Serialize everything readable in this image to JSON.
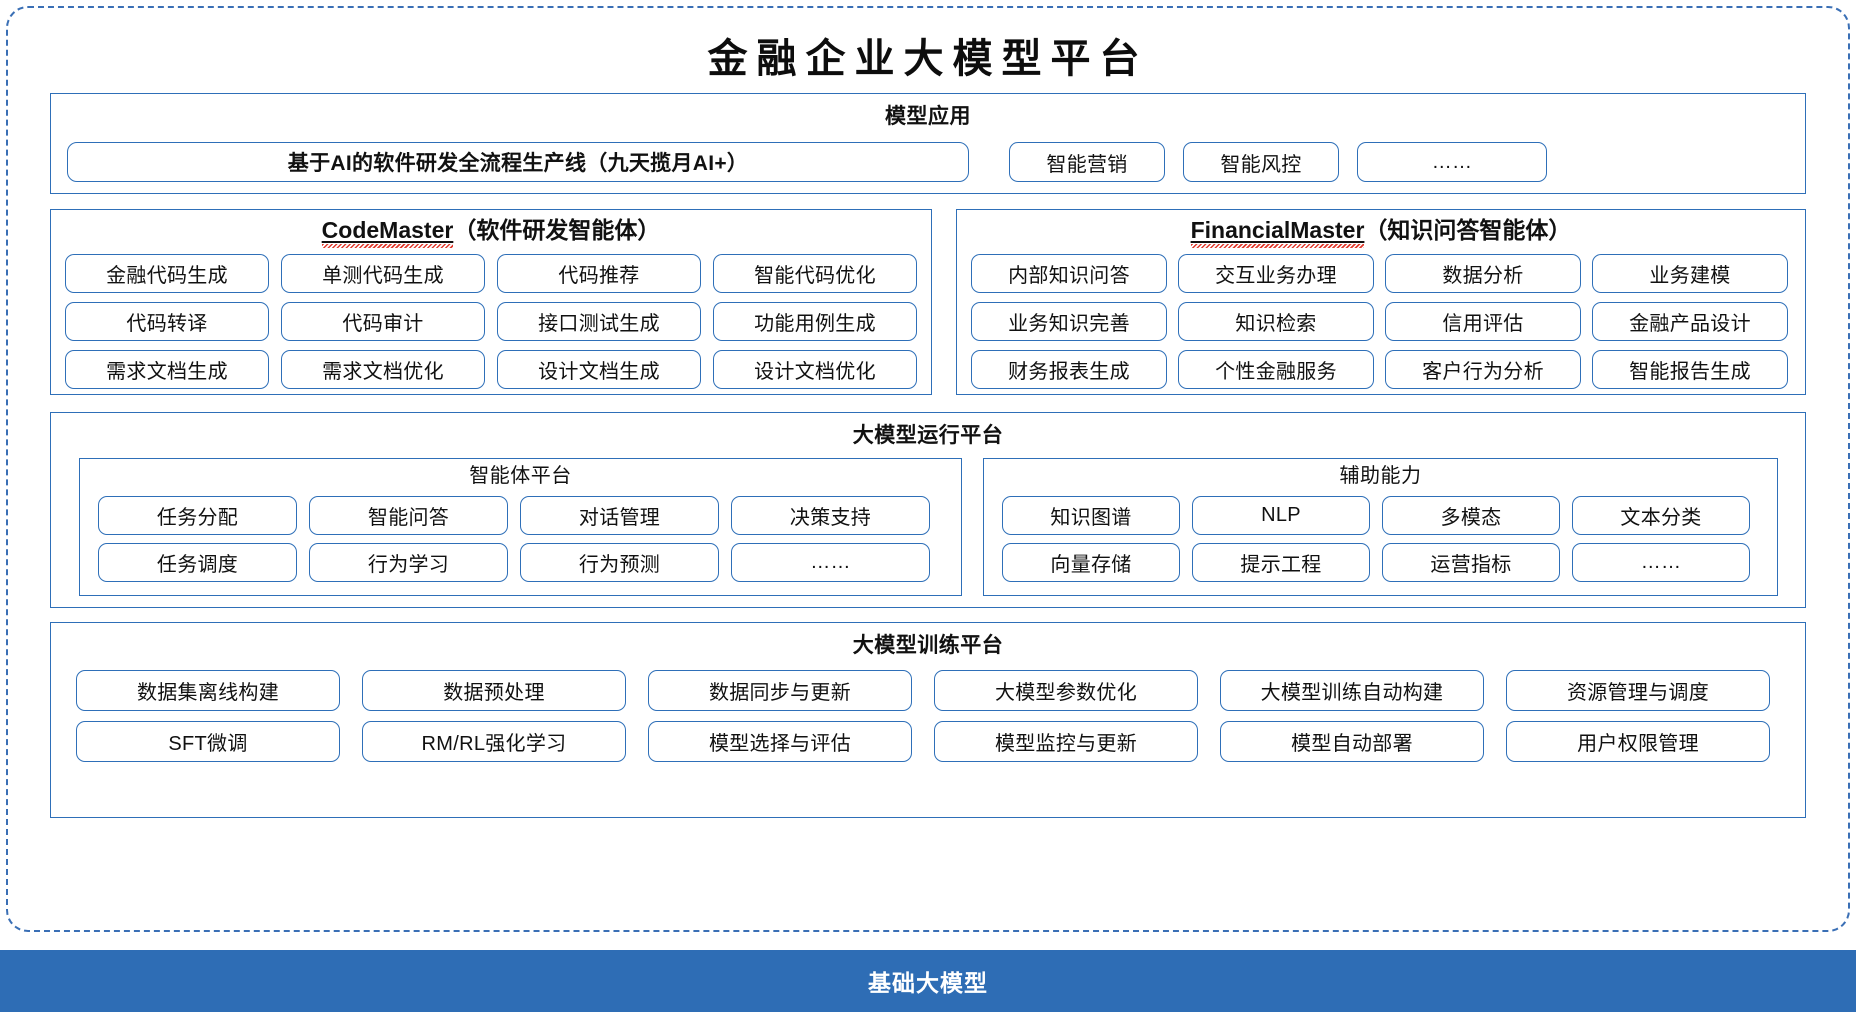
{
  "title": "金融企业大模型平台",
  "sections": {
    "model_application": {
      "title": "模型应用",
      "items": [
        "基于AI的软件研发全流程生产线（九天揽月AI+）",
        "智能营销",
        "智能风控",
        "……"
      ]
    },
    "code_master": {
      "title_en": "CodeMaster",
      "title_cn": "（软件研发智能体）",
      "items": [
        "金融代码生成",
        "单测代码生成",
        "代码推荐",
        "智能代码优化",
        "代码转译",
        "代码审计",
        "接口测试生成",
        "功能用例生成",
        "需求文档生成",
        "需求文档优化",
        "设计文档生成",
        "设计文档优化"
      ]
    },
    "financial_master": {
      "title_en": "FinancialMaster",
      "title_cn": "（知识问答智能体）",
      "items": [
        "内部知识问答",
        "交互业务办理",
        "数据分析",
        "业务建模",
        "业务知识完善",
        "知识检索",
        "信用评估",
        "金融产品设计",
        "财务报表生成",
        "个性金融服务",
        "客户行为分析",
        "智能报告生成"
      ]
    },
    "runtime_platform": {
      "title": "大模型运行平台",
      "agent_platform": {
        "title": "智能体平台",
        "items": [
          "任务分配",
          "智能问答",
          "对话管理",
          "决策支持",
          "任务调度",
          "行为学习",
          "行为预测",
          "……"
        ]
      },
      "auxiliary": {
        "title": "辅助能力",
        "items": [
          "知识图谱",
          "NLP",
          "多模态",
          "文本分类",
          "向量存储",
          "提示工程",
          "运营指标",
          "……"
        ]
      }
    },
    "training_platform": {
      "title": "大模型训练平台",
      "items": [
        "数据集离线构建",
        "数据预处理",
        "数据同步与更新",
        "大模型参数优化",
        "大模型训练自动构建",
        "资源管理与调度",
        "SFT微调",
        "RM/RL强化学习",
        "模型选择与评估",
        "模型监控与更新",
        "模型自动部署",
        "用户权限管理"
      ]
    },
    "foundation": {
      "title": "基础大模型"
    }
  },
  "colors": {
    "border_blue": "#2e6fb8",
    "frame_dashed": "#3a6fb5",
    "base_bar": "#2e6db5",
    "spellcheck_red": "#e23b2e",
    "text": "#111111"
  }
}
